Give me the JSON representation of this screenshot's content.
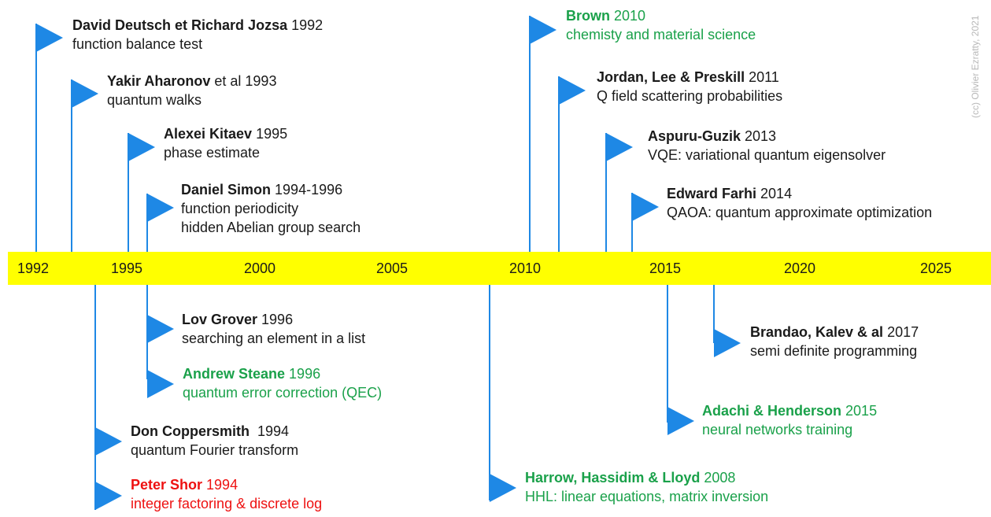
{
  "credit": "(cc) Olivier Ezratty, 2021",
  "axis": {
    "ticks": [
      "1992",
      "1995",
      "2000",
      "2005",
      "2010",
      "2015",
      "2020",
      "2025"
    ],
    "bar_color": "#ffff00",
    "flag_color": "#1e88e5"
  },
  "events_above": [
    {
      "who": "David Deutsch et Richard Jozsa",
      "year": " 1992",
      "desc": "function balance test",
      "color": "black"
    },
    {
      "who": "Yakir Aharonov",
      "year": " et al 1993",
      "desc": "quantum walks",
      "color": "black"
    },
    {
      "who": "Alexei Kitaev",
      "year": " 1995",
      "desc": "phase estimate",
      "color": "black"
    },
    {
      "who": "Daniel Simon",
      "year": " 1994-1996",
      "desc": "function periodicity",
      "desc2": "hidden Abelian group search",
      "color": "black"
    },
    {
      "who": "Brown",
      "year": " 2010",
      "desc": "chemisty and material science",
      "color": "green"
    },
    {
      "who": "Jordan, Lee & Preskill",
      "year": " 2011",
      "desc": "Q field scattering probabilities",
      "color": "black"
    },
    {
      "who": "Aspuru-Guzik",
      "year": " 2013",
      "desc": "VQE: variational quantum eigensolver",
      "color": "black"
    },
    {
      "who": "Edward Farhi",
      "year": " 2014",
      "desc": "QAOA: quantum approximate optimization",
      "color": "black"
    }
  ],
  "events_below": [
    {
      "who": "Lov Grover",
      "year": " 1996",
      "desc": "searching an element in a list",
      "color": "black"
    },
    {
      "who": "Andrew Steane",
      "year": " 1996",
      "desc": "quantum error correction (QEC)",
      "color": "green"
    },
    {
      "who": "Don Coppersmith",
      "year": "  1994",
      "desc": "quantum Fourier transform",
      "color": "black"
    },
    {
      "who": "Peter Shor",
      "year": " 1994",
      "desc": "integer factoring & discrete log",
      "color": "red"
    },
    {
      "who": "Harrow, Hassidim & Lloyd",
      "year": " 2008",
      "desc": "HHL: linear equations, matrix inversion",
      "color": "green"
    },
    {
      "who": "Brandao, Kalev & al",
      "year": " 2017",
      "desc": "semi definite programming",
      "color": "black"
    },
    {
      "who": "Adachi & Henderson",
      "year": " 2015",
      "desc": "neural networks training",
      "color": "green"
    }
  ]
}
